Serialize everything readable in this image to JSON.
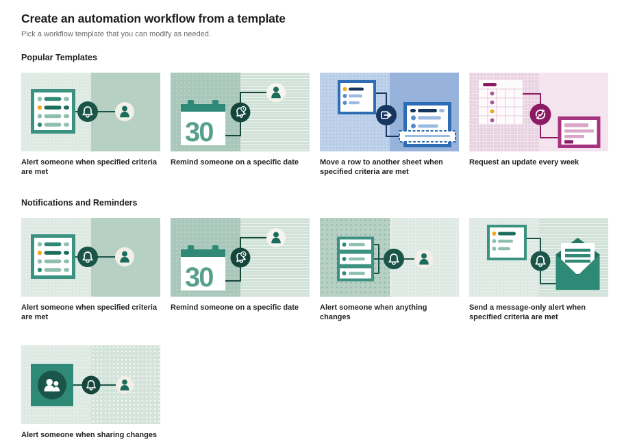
{
  "page": {
    "title": "Create an automation workflow from a template",
    "subtitle": "Pick a workflow template that you can modify as needed."
  },
  "colors": {
    "text": "#1f1f1f",
    "muted": "#6b6b6b",
    "green-dark": "#1b5448",
    "green-deep": "#14463c",
    "green-mid": "#2e8a76",
    "green-border": "#3b9280",
    "green-bar": "#8fbfae",
    "green-bar-dark": "#1b6d5b",
    "green-bg-plain": "#dfe9e3",
    "green-bg-shade": "#b7d0c4",
    "green-bg-sage": "#a9c8bb",
    "green-bg-stripe": "#cfe0d7",
    "cream": "#f1efe7",
    "orange": "#f2a71d",
    "blue-dark": "#16355f",
    "blue-border": "#2e6db4",
    "blue-bar": "#9cbbe0",
    "blue-dot": "#5b8ac9",
    "blue-bg-left": "#b9cde9",
    "blue-bg-right": "#97b3dc",
    "pink-dark": "#8c1a62",
    "pink-border": "#a63380",
    "pink-bar": "#d9a5c8",
    "pink-dot": "#b05a93",
    "pink-bg-left": "#e8d1e1",
    "pink-bg-right": "#f3e4ee",
    "cal-num": "#57a18c"
  },
  "sections": [
    {
      "label": "Popular Templates",
      "cards": [
        {
          "caption": "Alert someone when specified criteria are met",
          "template": "alert-criteria",
          "flow": [
            "criteria-sheet",
            "bell-icon",
            "person-icon"
          ]
        },
        {
          "caption": "Remind someone on a specific date",
          "template": "remind-date",
          "calendar_day": "30",
          "flow": [
            "calendar",
            "alarm-bell-icon",
            "person-icon"
          ]
        },
        {
          "caption": "Move a row to another sheet when specified criteria are met",
          "template": "move-row",
          "flow": [
            "source-sheet",
            "move-row-icon",
            "target-sheet"
          ]
        },
        {
          "caption": "Request an update every week",
          "template": "request-update",
          "flow": [
            "grid-sheet",
            "recurring-update-icon",
            "update-form"
          ]
        }
      ]
    },
    {
      "label": "Notifications and Reminders",
      "cards": [
        {
          "caption": "Alert someone when specified criteria are met",
          "template": "alert-criteria",
          "flow": [
            "criteria-sheet",
            "bell-icon",
            "person-icon"
          ]
        },
        {
          "caption": "Remind someone on a specific date",
          "template": "remind-date",
          "calendar_day": "30",
          "flow": [
            "calendar",
            "alarm-bell-icon",
            "person-icon"
          ]
        },
        {
          "caption": "Alert someone when anything changes",
          "template": "alert-anything-changes",
          "flow": [
            "row-stack",
            "bell-icon",
            "person-icon"
          ]
        },
        {
          "caption": "Send a message-only alert when specified criteria are met",
          "template": "message-only-alert",
          "flow": [
            "criteria-sheet",
            "bell-icon",
            "envelope"
          ]
        },
        {
          "caption": "Alert someone when sharing changes",
          "template": "alert-sharing-changes",
          "flow": [
            "people-icon",
            "bell-icon",
            "person-icon"
          ]
        }
      ]
    }
  ]
}
